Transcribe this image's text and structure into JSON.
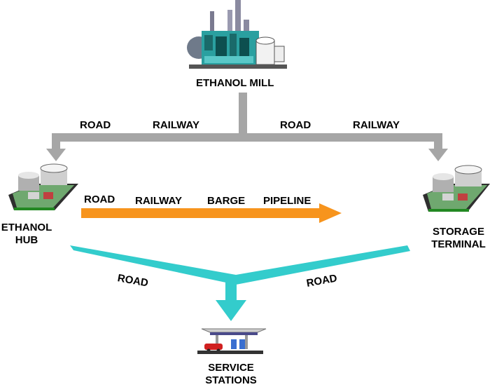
{
  "nodes": {
    "mill": {
      "label": "ETHANOL MILL"
    },
    "hub": {
      "line1": "ETHANOL",
      "line2": "HUB"
    },
    "storage": {
      "line1": "STORAGE",
      "line2": "TERMINAL"
    },
    "stations": {
      "line1": "SERVICE",
      "line2": "STATIONS"
    }
  },
  "mill_left_modes": [
    "ROAD",
    "RAILWAY"
  ],
  "mill_right_modes": [
    "ROAD",
    "RAILWAY"
  ],
  "hub_to_storage_modes": [
    "ROAD",
    "RAILWAY",
    "BARGE",
    "PIPELINE"
  ],
  "to_stations_modes": {
    "left": "ROAD",
    "right": "ROAD"
  },
  "colors": {
    "mill_arrows": "#a6a6a6",
    "hub_storage_arrow": "#f7941d",
    "stations_arrow": "#33cccc"
  },
  "icons": {
    "mill": "factory-icon",
    "hub": "tank-facility-icon",
    "storage": "tank-facility-icon",
    "stations": "gas-station-icon"
  }
}
